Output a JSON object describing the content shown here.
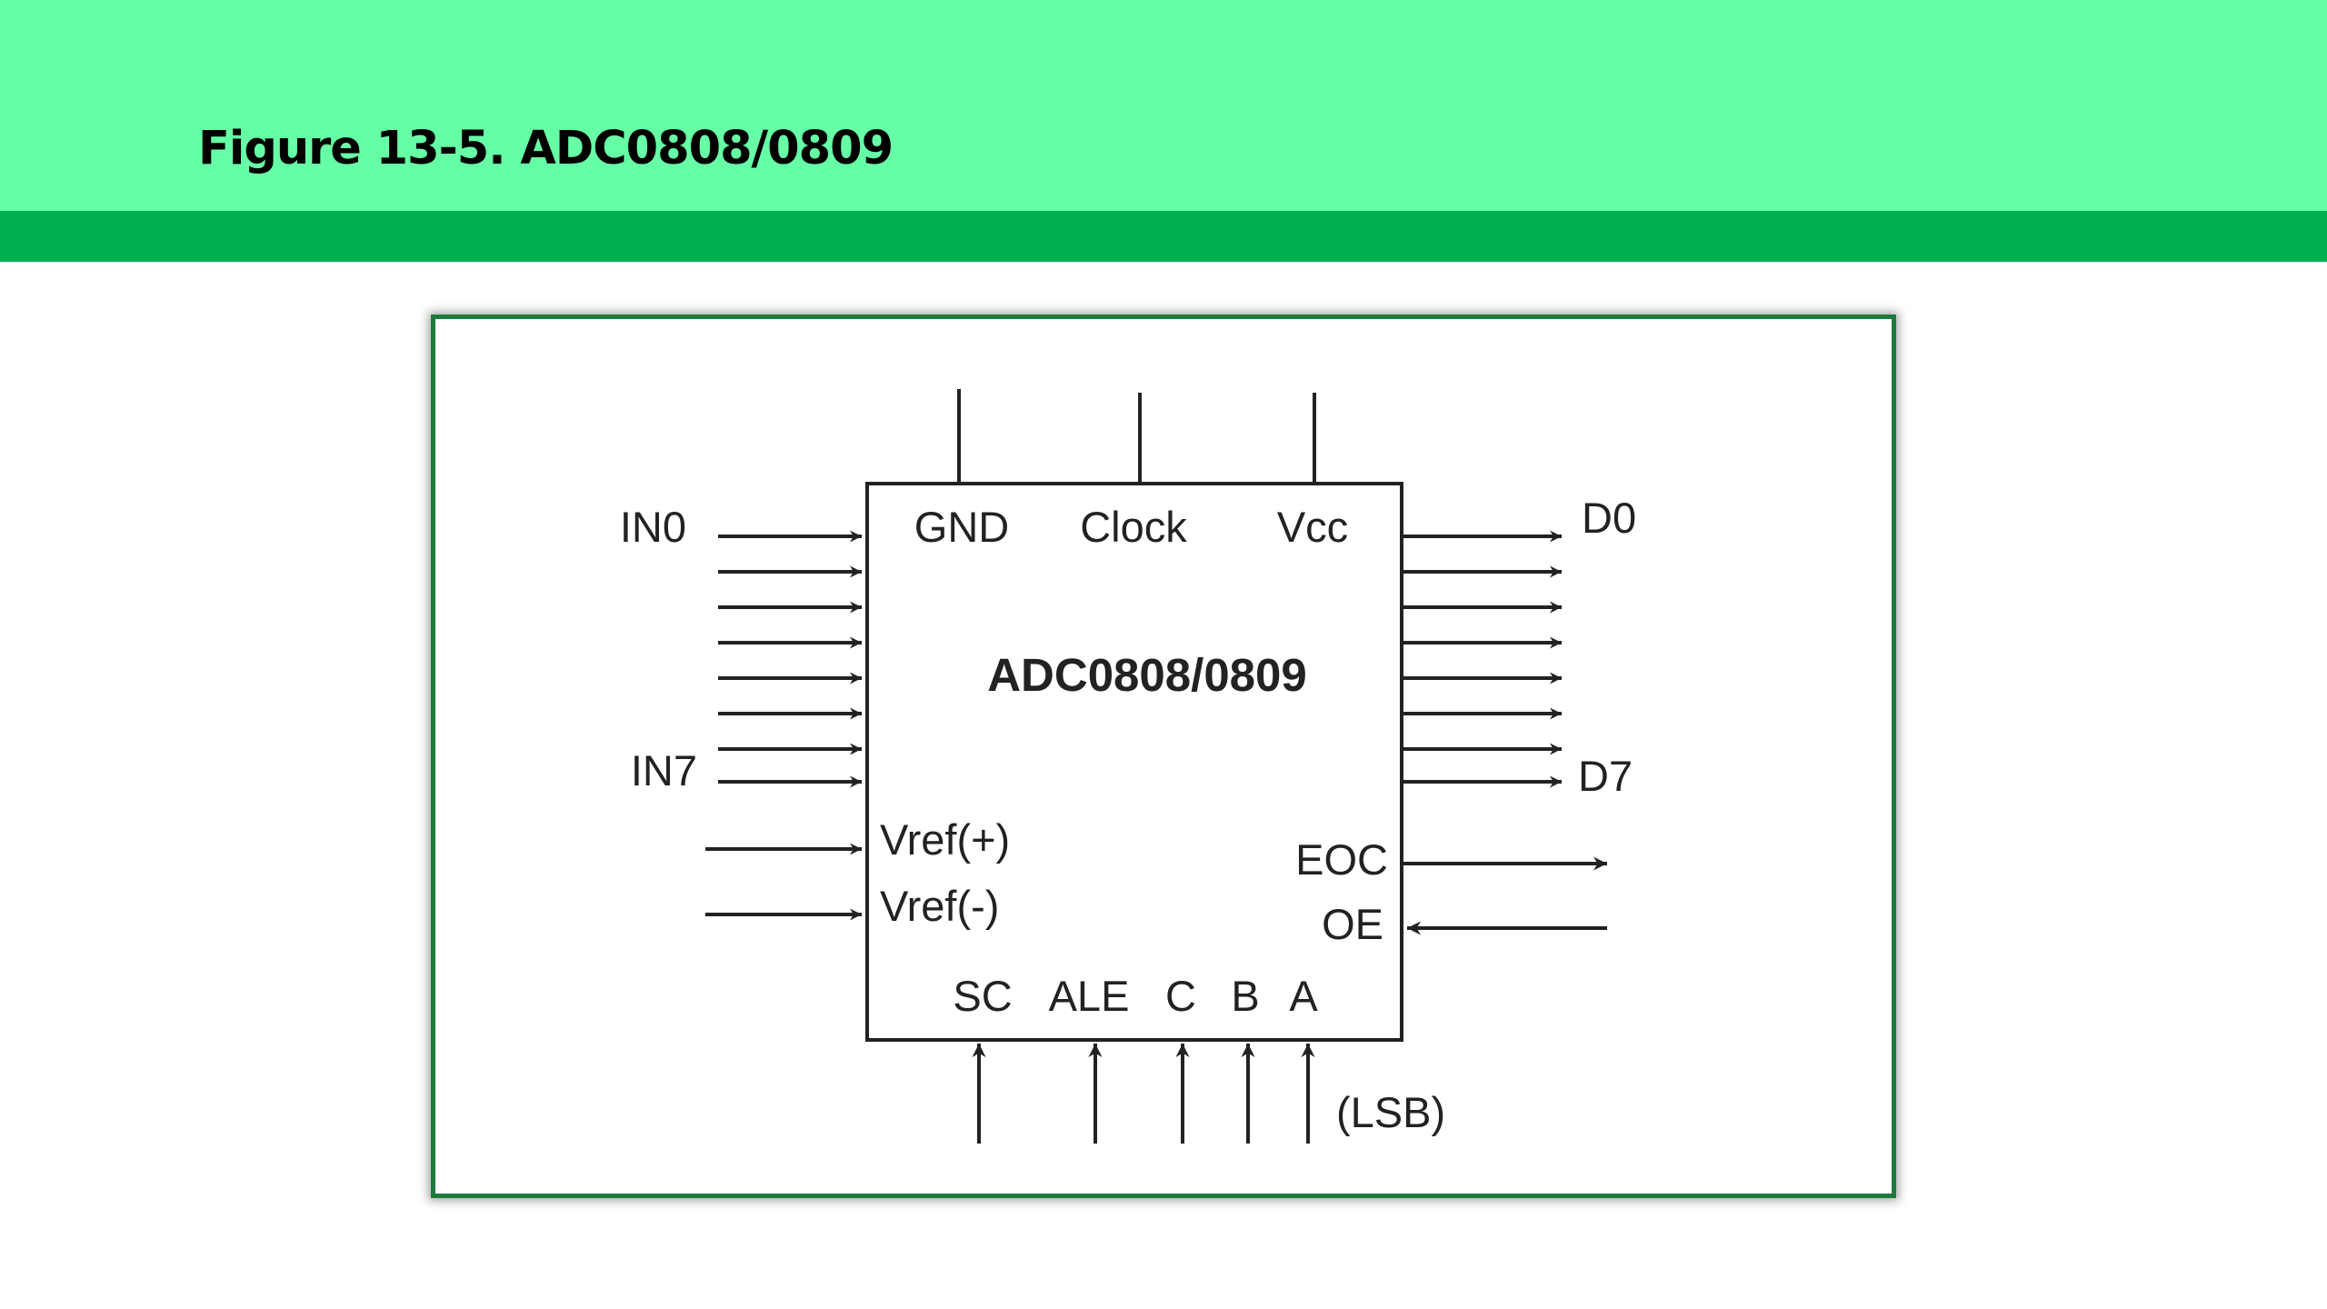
{
  "slide": {
    "title": "Figure 13-5. ADC0808/0809",
    "colors": {
      "header": "#66ffa6",
      "rule": "#00b050",
      "frame": "#1e7a3c"
    }
  },
  "diagram": {
    "chip_name": "ADC0808/0809",
    "top_pins": [
      "GND",
      "Clock",
      "Vcc"
    ],
    "input_labels": {
      "first": "IN0",
      "last": "IN7"
    },
    "output_labels": {
      "first": "D0",
      "last": "D7"
    },
    "ref_pins": [
      "Vref(+)",
      "Vref(-)"
    ],
    "control_pins": {
      "eoc": "EOC",
      "oe": "OE"
    },
    "bottom_pins": [
      "SC",
      "ALE",
      "C",
      "B",
      "A"
    ],
    "lsb_note": "(LSB)"
  }
}
